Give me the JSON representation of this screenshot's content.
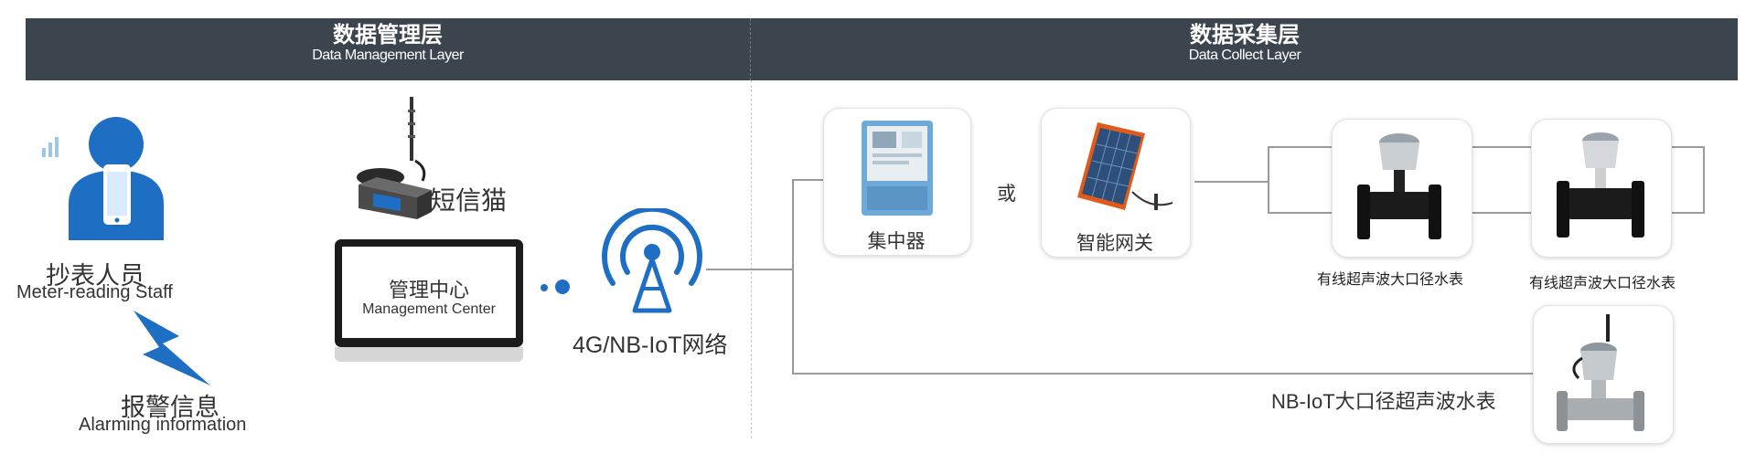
{
  "header": {
    "management": {
      "title": "数据管理层",
      "subtitle": "Data Management Layer"
    },
    "collect": {
      "title": "数据采集层",
      "subtitle": "Data Collect Layer"
    }
  },
  "left": {
    "staff_cn": "抄表人员",
    "staff_en": "Meter-reading Staff",
    "alarm_cn": "报警信息",
    "alarm_en": "Alarming information"
  },
  "middle": {
    "sms_modem": "短信猫",
    "center_cn": "管理中心",
    "center_en": "Management Center",
    "network": "4G/NB-IoT网络"
  },
  "right": {
    "concentrator": "集中器",
    "or": "或",
    "gateway": "智能网关",
    "meter1": "有线超声波大口径水表",
    "meter2": "有线超声波大口径水表",
    "nb_meter": "NB-IoT大口径超声波水表"
  },
  "colors": {
    "header_bg": "#3c444d",
    "accent_blue": "#1e6fc4",
    "line_gray": "#9a9a9a"
  }
}
